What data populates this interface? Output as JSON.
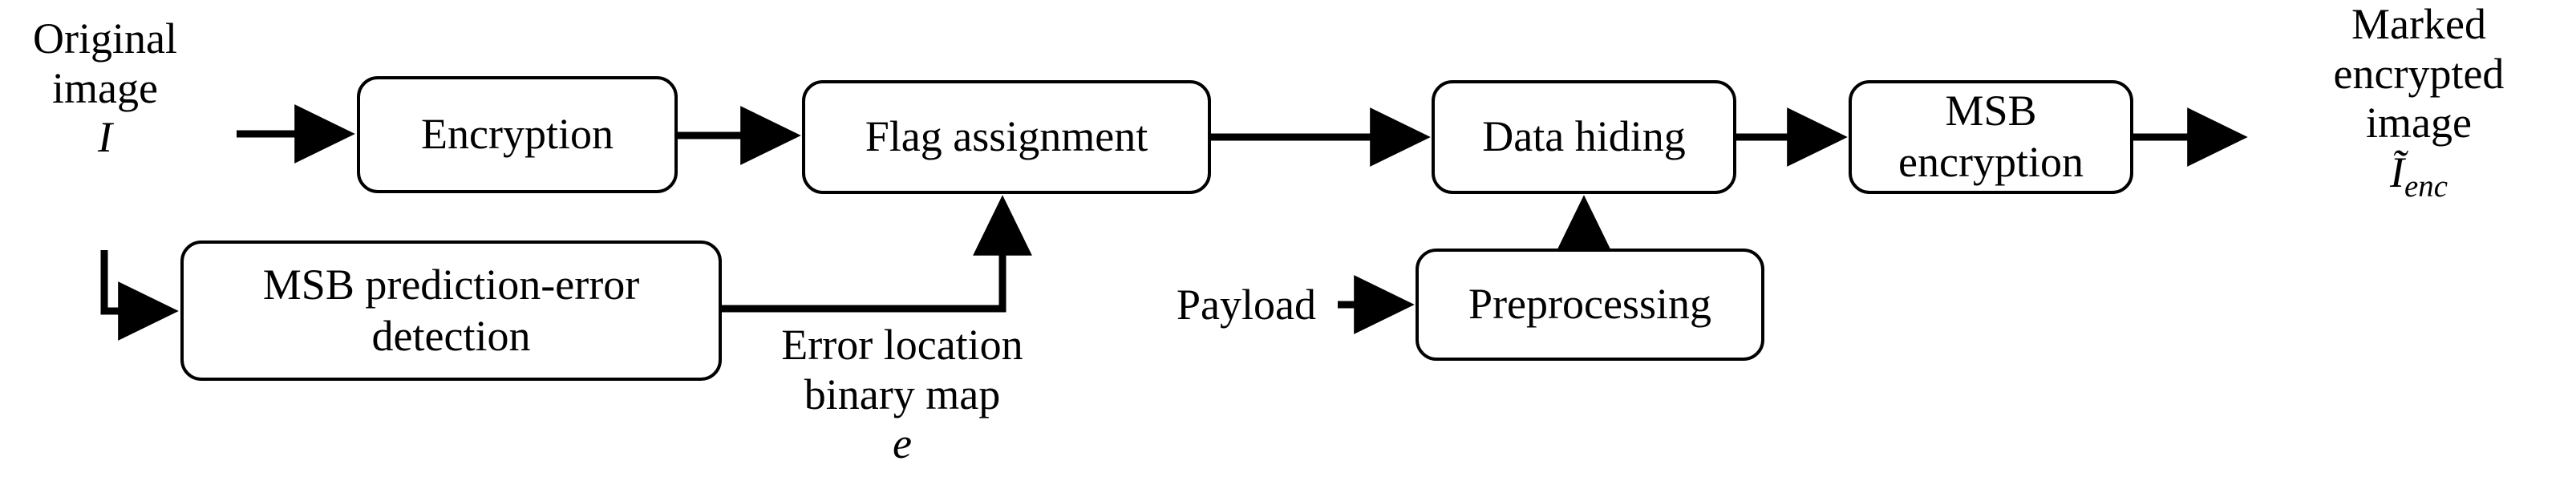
{
  "diagram": {
    "title": "Reversible data hiding in encrypted image - embedding flowchart",
    "background_color": "#ffffff",
    "stroke_color": "#000000",
    "nodes": [
      {
        "id": "encryption",
        "label": "Encryption"
      },
      {
        "id": "flag",
        "label": "Flag assignment"
      },
      {
        "id": "datahiding",
        "label": "Data hiding"
      },
      {
        "id": "msbenc",
        "label": "MSB encryption"
      },
      {
        "id": "msbdetect",
        "label_line1": "MSB prediction-error",
        "label_line2": "detection"
      },
      {
        "id": "preprocess",
        "label": "Preprocessing"
      }
    ],
    "labels": {
      "input": {
        "line1": "Original",
        "line2": "image",
        "symbol": "I"
      },
      "output": {
        "line1": "Marked",
        "line2": "encrypted",
        "line3": "image",
        "symbol_base": "Ĩ",
        "symbol_sub": "enc"
      },
      "error_map": {
        "line1": "Error location",
        "line2": "binary map",
        "symbol": "e"
      },
      "payload": {
        "text": "Payload"
      }
    },
    "edges": [
      {
        "from": "input",
        "to": "encryption",
        "type": "arrow-right"
      },
      {
        "from": "input",
        "to": "msbdetect",
        "type": "elbow-down-right-arrow"
      },
      {
        "from": "encryption",
        "to": "flag",
        "type": "arrow-right"
      },
      {
        "from": "flag",
        "to": "datahiding",
        "type": "arrow-right"
      },
      {
        "from": "datahiding",
        "to": "msbenc",
        "type": "arrow-right"
      },
      {
        "from": "msbenc",
        "to": "output",
        "type": "arrow-right"
      },
      {
        "from": "msbdetect",
        "to": "flag",
        "type": "elbow-right-up-arrow"
      },
      {
        "from": "payload",
        "to": "preprocess",
        "type": "arrow-right"
      },
      {
        "from": "preprocess",
        "to": "datahiding",
        "type": "arrow-up"
      }
    ]
  }
}
